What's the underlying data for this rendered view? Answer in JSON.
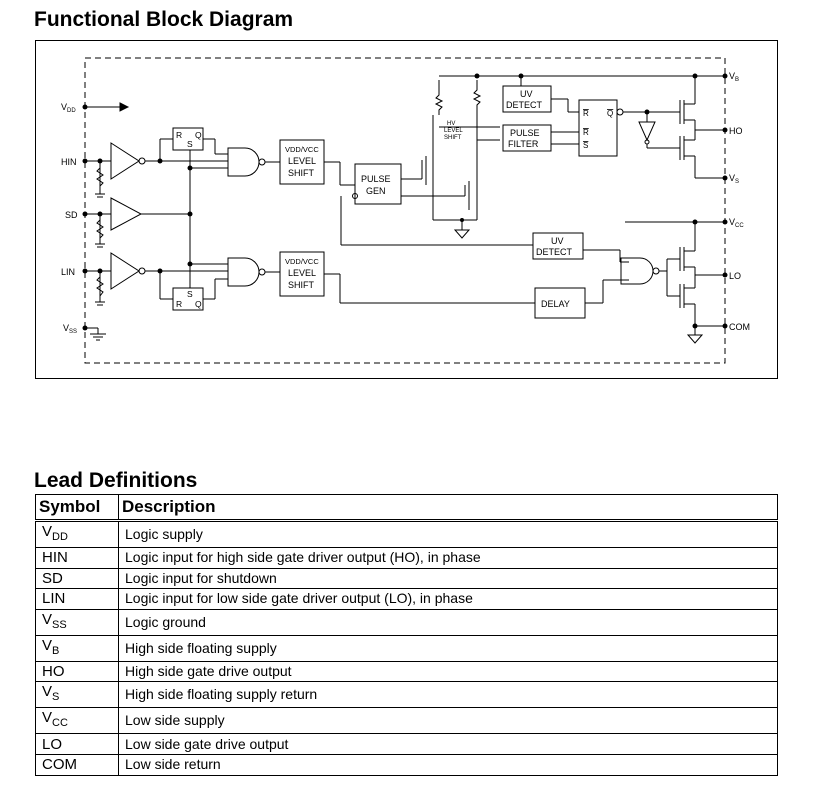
{
  "diagram": {
    "title": "Functional Block Diagram",
    "pins_left": [
      "VDD",
      "HIN",
      "SD",
      "LIN",
      "VSS"
    ],
    "pins_right": [
      "VB",
      "HO",
      "VS",
      "VCC",
      "LO",
      "COM"
    ],
    "blocks": {
      "rs_latch_top": [
        "R",
        "S",
        "Q"
      ],
      "rs_latch_bottom": [
        "S",
        "R",
        "Q"
      ],
      "level_shift_label_1": "VDD/VCC",
      "level_shift_label_2": "LEVEL",
      "level_shift_label_3": "SHIFT",
      "pulse_gen_1": "PULSE",
      "pulse_gen_2": "GEN",
      "hv_level_shift": [
        "HV",
        "LEVEL",
        "SHIFT"
      ],
      "uv_detect_1": "UV",
      "uv_detect_2": "DETECT",
      "pulse_filter_1": "PULSE",
      "pulse_filter_2": "FILTER",
      "delay": "DELAY",
      "latch_inputs": [
        "R",
        "R",
        "S"
      ],
      "latch_output": "Q"
    }
  },
  "leads": {
    "title": "Lead Definitions",
    "headers": [
      "Symbol",
      "Description"
    ],
    "rows": [
      {
        "sym": "V",
        "sub": "DD",
        "desc": "Logic supply"
      },
      {
        "sym": "HIN",
        "sub": "",
        "desc": "Logic input for high side gate driver output (HO), in phase"
      },
      {
        "sym": "SD",
        "sub": "",
        "desc": "Logic input for shutdown"
      },
      {
        "sym": "LIN",
        "sub": "",
        "desc": "Logic input for low side gate driver output (LO), in phase"
      },
      {
        "sym": "V",
        "sub": "SS",
        "desc": "Logic ground"
      },
      {
        "sym": "V",
        "sub": "B",
        "desc": "High side floating supply"
      },
      {
        "sym": "HO",
        "sub": "",
        "desc": "High side gate drive output"
      },
      {
        "sym": "V",
        "sub": "S",
        "desc": "High side floating supply return"
      },
      {
        "sym": "V",
        "sub": "CC",
        "desc": "Low side supply"
      },
      {
        "sym": "LO",
        "sub": "",
        "desc": "Low side gate drive output"
      },
      {
        "sym": "COM",
        "sub": "",
        "desc": "Low side return"
      }
    ]
  }
}
